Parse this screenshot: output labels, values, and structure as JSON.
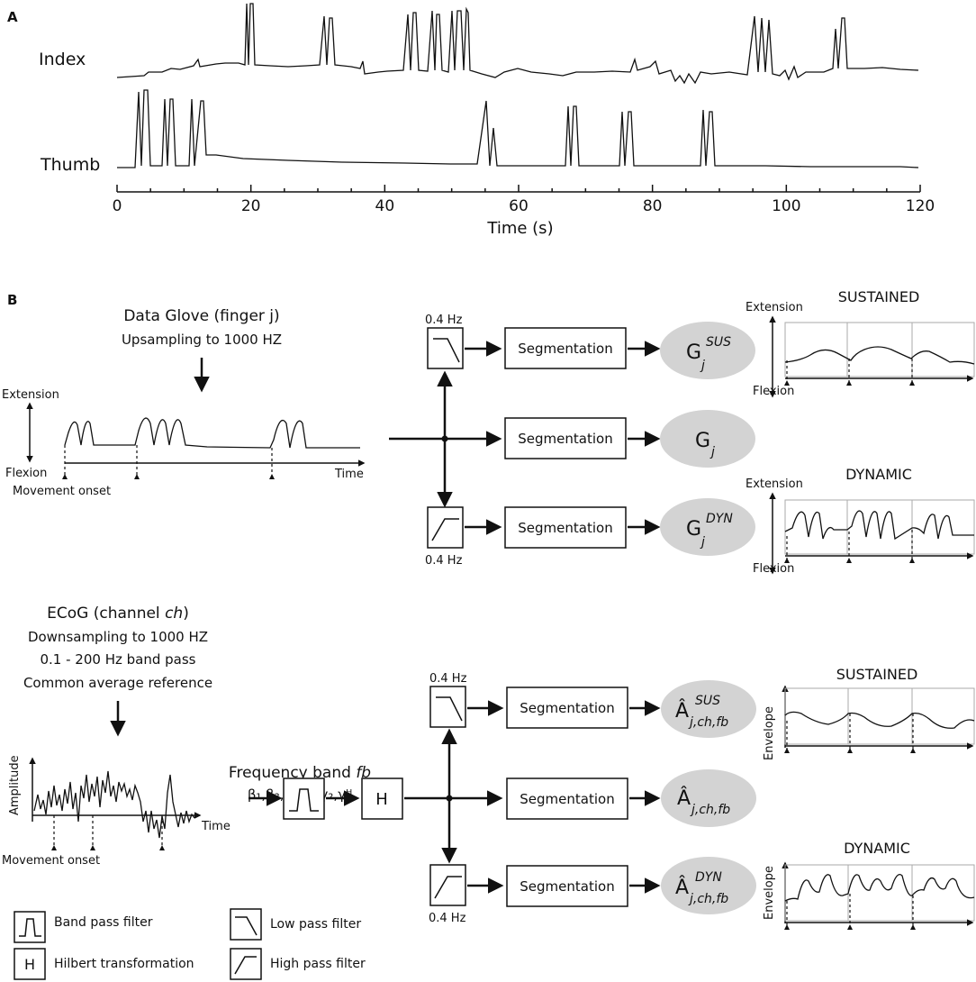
{
  "panels": {
    "a": "A",
    "b": "B"
  },
  "panel_a": {
    "trace_labels": [
      "Index",
      "Thumb"
    ],
    "x_ticks": [
      "0",
      "20",
      "40",
      "60",
      "80",
      "100",
      "120"
    ],
    "x_label": "Time (s)"
  },
  "glove": {
    "title": "Data Glove (finger j)",
    "subtitle": "Upsampling to 1000 HZ",
    "extension": "Extension",
    "flexion": "Flexion",
    "time": "Time",
    "onset": "Movement onset"
  },
  "ecog": {
    "title_prefix": "ECoG (channel ",
    "title_italic": "ch",
    "title_suffix": ")",
    "lines": [
      "Downsampling to 1000 HZ",
      "0.1 - 200 Hz band pass",
      "Common average reference"
    ],
    "amplitude": "Amplitude",
    "time": "Time",
    "onset": "Movement onset"
  },
  "freq": {
    "title_prefix": "Frequency band ",
    "title_italic": "fb",
    "bands": "β₁,β₂,β₃,γ₁,γ₂,γᴴ"
  },
  "filter_label": "0.4 Hz",
  "segmentation": "Segmentation",
  "hilbert": "H",
  "outputs": {
    "g_sus": {
      "base": "G",
      "sup": "SUS",
      "sub": "j"
    },
    "g": {
      "base": "G",
      "sub": "j"
    },
    "g_dyn": {
      "base": "G",
      "sup": "DYN",
      "sub": "j"
    },
    "a_sus": {
      "base": "Â",
      "sup": "SUS",
      "sub": "j,ch,fb"
    },
    "a": {
      "base": "Â",
      "sub": "j,ch,fb"
    },
    "a_dyn": {
      "base": "Â",
      "sup": "DYN",
      "sub": "j,ch,fb"
    }
  },
  "mini": {
    "sustained": "SUSTAINED",
    "dynamic": "DYNAMIC",
    "extension": "Extension",
    "flexion": "Flexion",
    "envelope": "Envelope"
  },
  "legend": {
    "band_pass": "Band pass filter",
    "hilbert": "Hilbert transformation",
    "low_pass": "Low pass filter",
    "high_pass": "High pass filter",
    "h": "H"
  }
}
